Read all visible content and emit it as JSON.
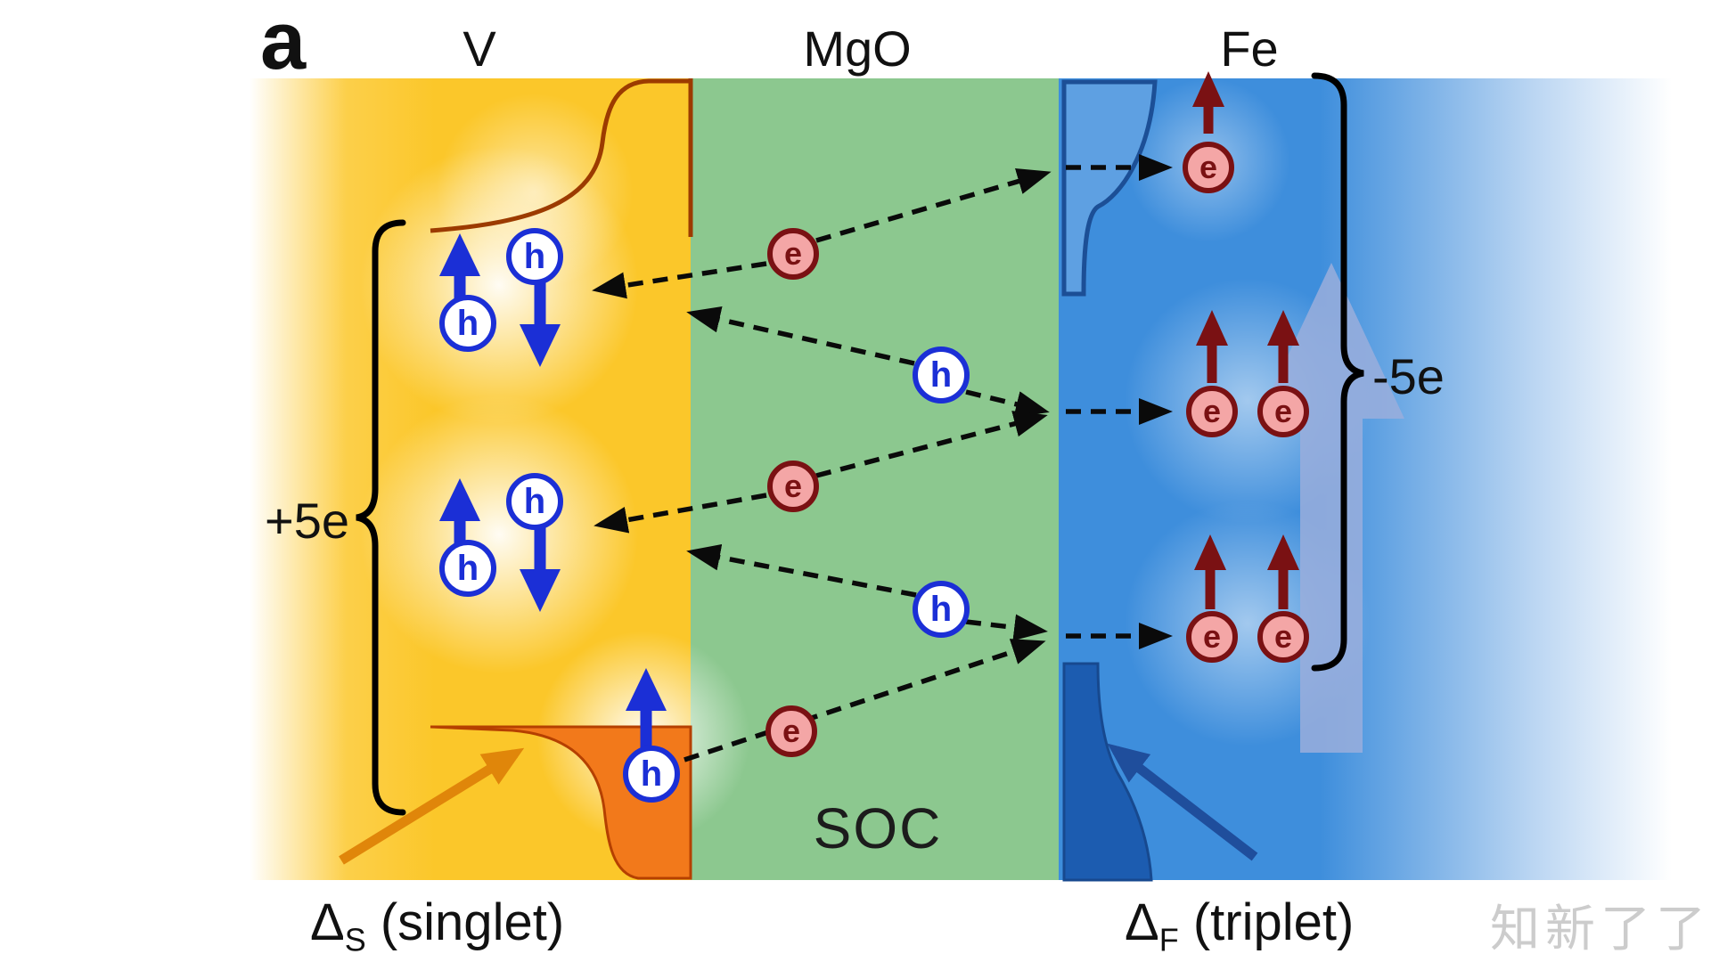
{
  "figure": {
    "panel_label": "a",
    "regions": [
      {
        "name": "V"
      },
      {
        "name": "MgO"
      },
      {
        "name": "Fe"
      }
    ],
    "labels": {
      "electron": "e",
      "hole": "h",
      "soc": "SOC",
      "left_charge": "+5e",
      "right_charge": "-5e",
      "singlet_gap": {
        "symbol": "Δ",
        "sub": "S",
        "rest": " (singlet)"
      },
      "triplet_gap": {
        "symbol": "Δ",
        "sub": "F",
        "rest": " (triplet)"
      }
    },
    "watermark": "知新了了",
    "colors": {
      "v_region": "#FBC72A",
      "mgo_region": "#8CC88F",
      "fe_region": "#3E8EDC",
      "electron_fill": "#F4A6A6",
      "electron_ring": "#7A1113",
      "hole_ring": "#1B2FD6",
      "spin_arrow_fe": "#7A1113",
      "spin_arrow_v": "#1B2FD6",
      "singlet_shape": "#F2791B",
      "triplet_shape": "#1C5CB0",
      "net_moment_arrow": "#9AAEDC"
    }
  }
}
